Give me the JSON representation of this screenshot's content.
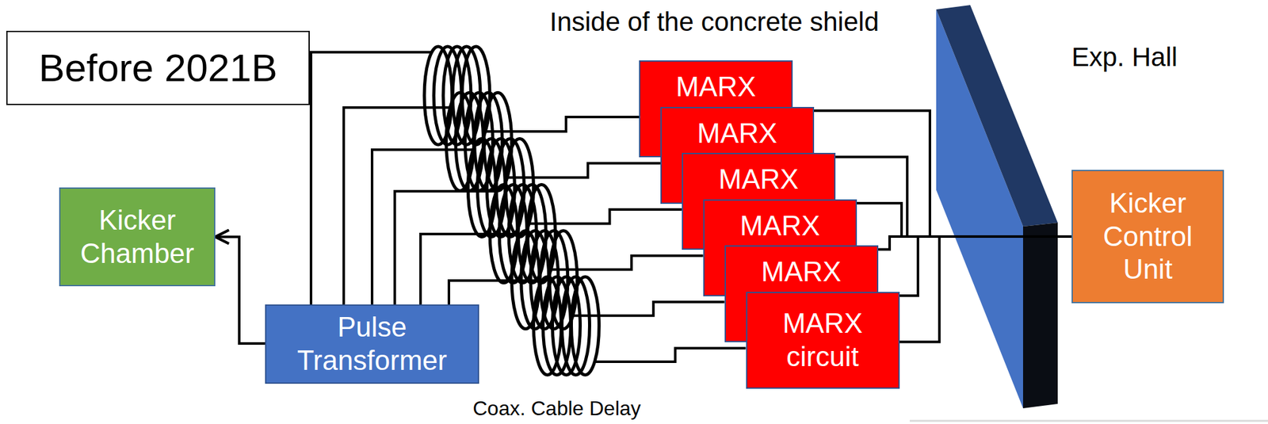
{
  "diagram": {
    "nodes": [
      {
        "text": [
          "Before 2021B"
        ]
      },
      {
        "text": [
          "Kicker Chamber"
        ]
      },
      {
        "text": [
          "Pulse Transformer"
        ]
      },
      {
        "text": [
          "MARX"
        ]
      },
      {
        "text": [
          "MARX"
        ]
      },
      {
        "text": [
          "MARX"
        ]
      },
      {
        "text": [
          "MARX"
        ]
      },
      {
        "text": [
          "MARX"
        ]
      },
      {
        "text": [
          "MARX circuit"
        ]
      },
      {
        "text": [
          "Kicker Control Unit"
        ]
      }
    ],
    "edges": [
      {
        "from": 2,
        "to": 1,
        "arrow": "to"
      },
      {
        "from": 2,
        "to": 3,
        "arrow": "none"
      },
      {
        "from": 2,
        "to": 4,
        "arrow": "none"
      },
      {
        "from": 2,
        "to": 5,
        "arrow": "none"
      },
      {
        "from": 2,
        "to": 6,
        "arrow": "none"
      },
      {
        "from": 2,
        "to": 7,
        "arrow": "none"
      },
      {
        "from": 2,
        "to": 8,
        "arrow": "none"
      },
      {
        "from": 9,
        "to": 3,
        "arrow": "none"
      },
      {
        "from": 9,
        "to": 4,
        "arrow": "none"
      },
      {
        "from": 9,
        "to": 5,
        "arrow": "none"
      },
      {
        "from": 9,
        "to": 6,
        "arrow": "none"
      },
      {
        "from": 9,
        "to": 7,
        "arrow": "none"
      },
      {
        "from": 9,
        "to": 8,
        "arrow": "none"
      }
    ],
    "labels": [
      "Inside of the concrete shield",
      "Exp. Hall",
      "Coax. Cable Delay"
    ]
  }
}
